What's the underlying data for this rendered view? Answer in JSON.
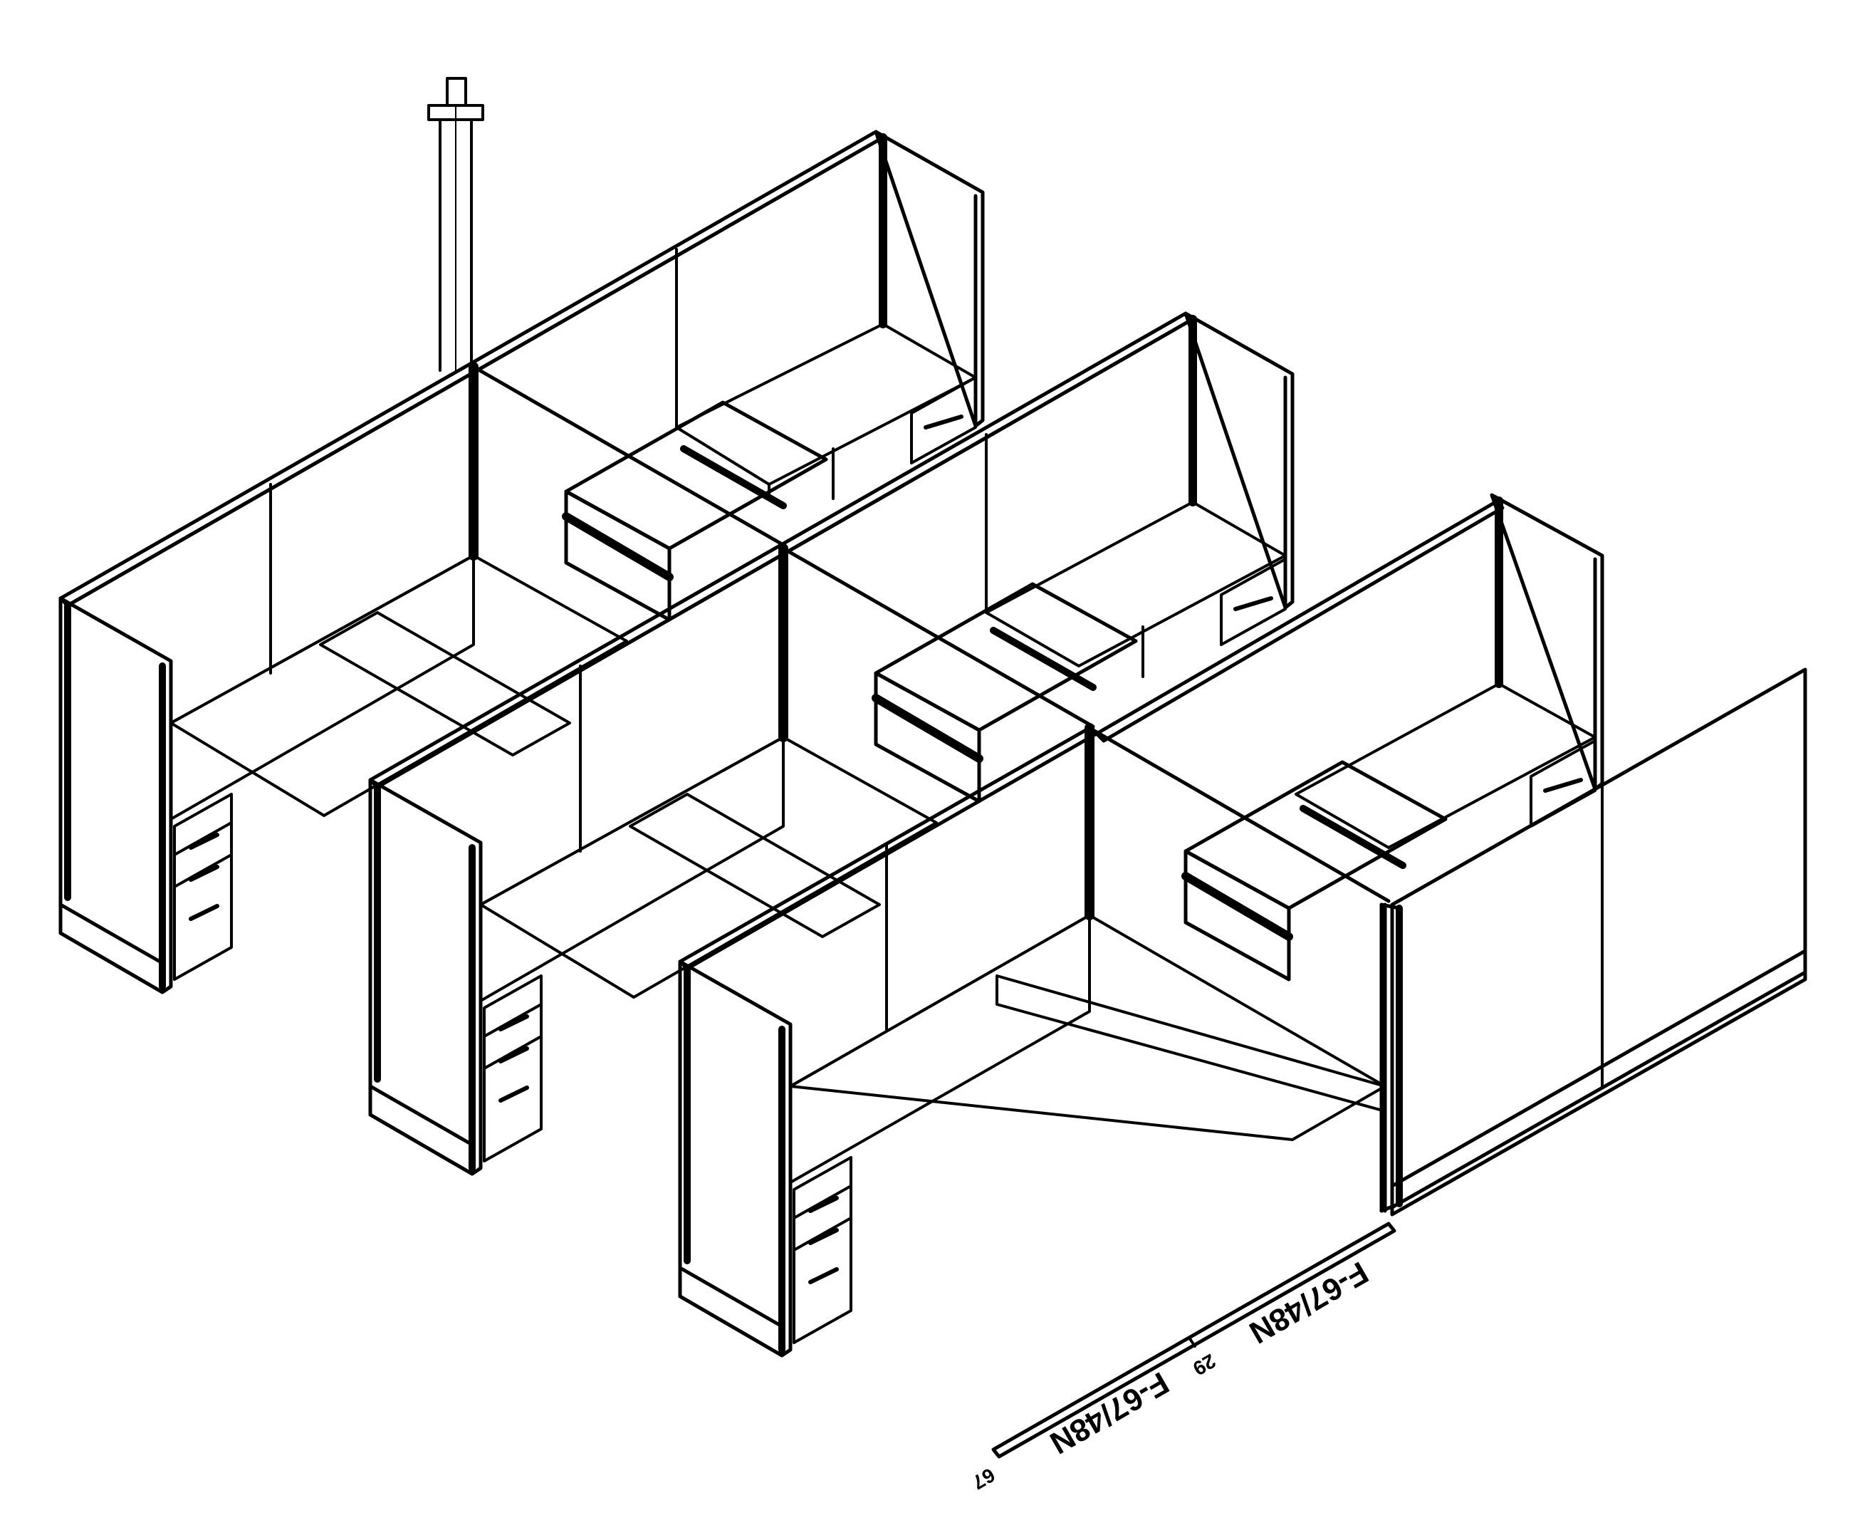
{
  "drawing": {
    "labels": {
      "panel_code_long": "F-67/48N",
      "panel_code_short": "F-67/48N",
      "mark_a": "29",
      "mark_b": "67"
    },
    "colors": {
      "line": "#000000",
      "background": "#ffffff"
    }
  }
}
